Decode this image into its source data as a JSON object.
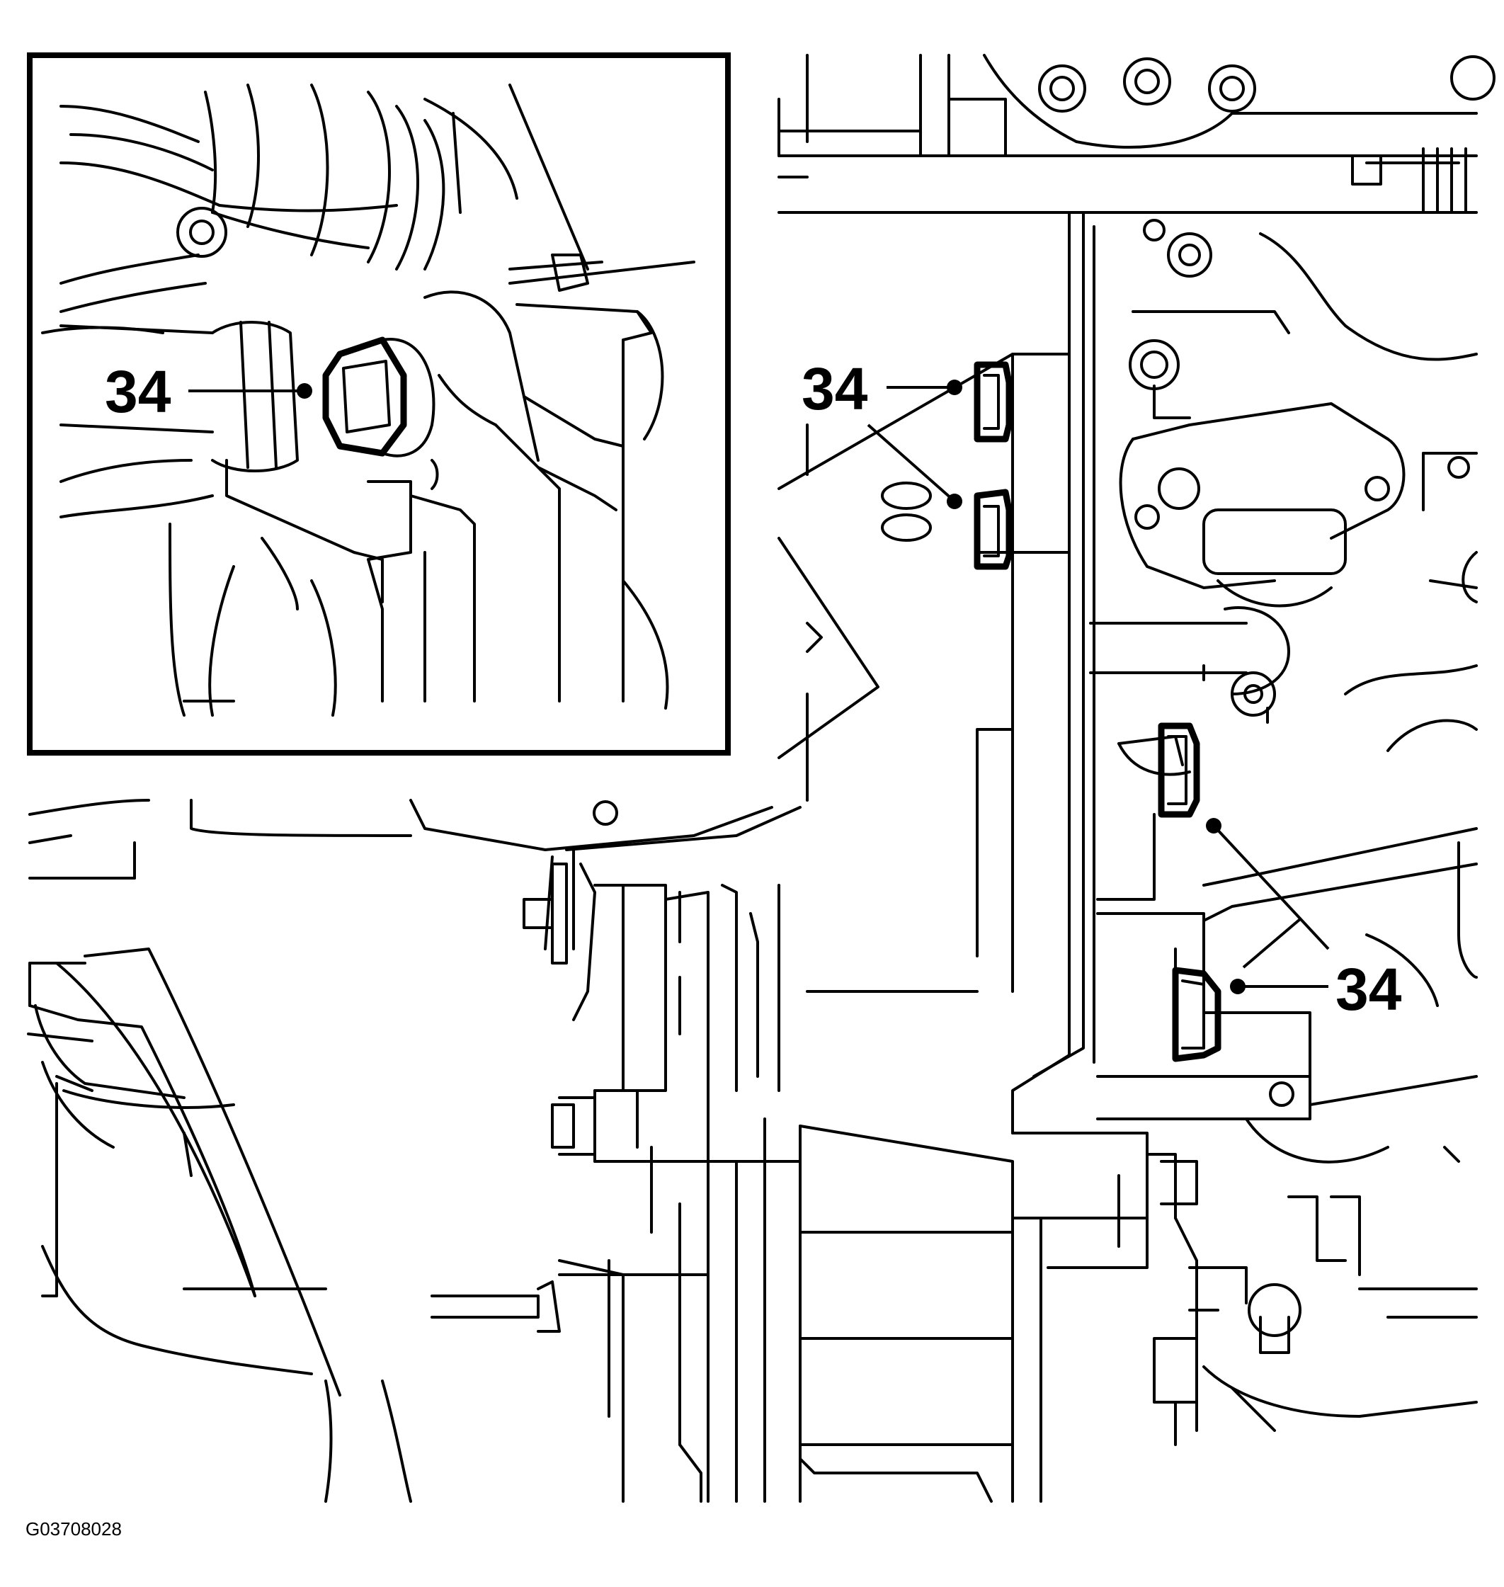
{
  "figure_id": "G03708028",
  "callouts": [
    {
      "label": "34"
    },
    {
      "label": "34"
    },
    {
      "label": "34"
    }
  ]
}
